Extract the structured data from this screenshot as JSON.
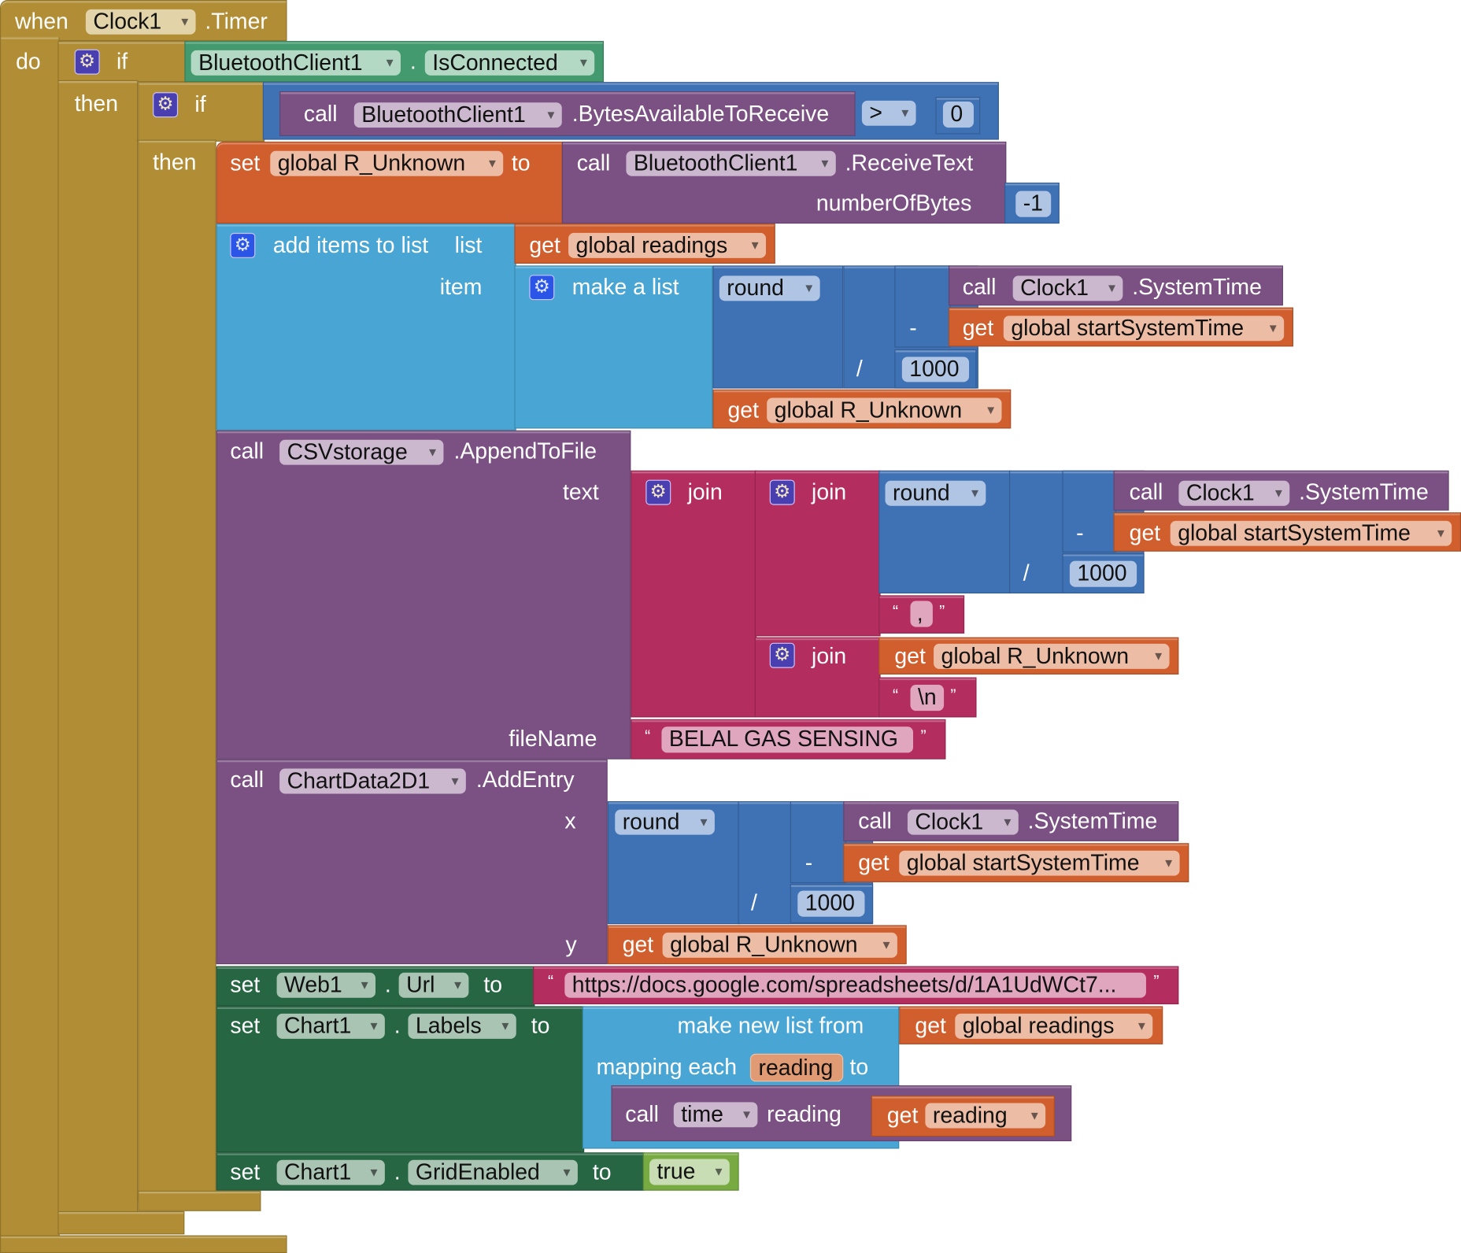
{
  "event": {
    "when": "when",
    "component": "Clock1",
    "event": ".Timer",
    "do": "do"
  },
  "if1": {
    "if": "if",
    "then": "then",
    "component": "BluetoothClient1",
    "dot": ".",
    "property": "IsConnected"
  },
  "if2": {
    "if": "if",
    "then": "then",
    "call": "call",
    "component": "BluetoothClient1",
    "method": ".BytesAvailableToReceive",
    "op": ">",
    "value": "0"
  },
  "set_r": {
    "set": "set",
    "var": "global R_Unknown",
    "to": "to",
    "call": "call",
    "component": "BluetoothClient1",
    "method": ".ReceiveText",
    "param": "numberOfBytes",
    "value": "-1"
  },
  "add_items": {
    "label": "add items to list",
    "list": "list",
    "item": "item",
    "get": "get",
    "list_var": "global readings",
    "make_list": "make a list",
    "round": "round",
    "call": "call",
    "component": "Clock1",
    "method": ".SystemTime",
    "minus": "-",
    "start_var": "global startSystemTime",
    "div": "/",
    "divisor": "1000",
    "r_var": "global R_Unknown"
  },
  "append": {
    "call": "call",
    "component": "CSVstorage",
    "method": ".AppendToFile",
    "text": "text",
    "filename": "fileName",
    "join": "join",
    "round": "round",
    "call2": "call",
    "clock": "Clock1",
    "systime": ".SystemTime",
    "minus": "-",
    "get": "get",
    "start_var": "global startSystemTime",
    "div": "/",
    "divisor": "1000",
    "qo": "“",
    "qc": "”",
    "comma": ",",
    "r_var": "global R_Unknown",
    "newline": "\\n",
    "file_value": "BELAL GAS SENSING"
  },
  "chart_entry": {
    "call": "call",
    "component": "ChartData2D1",
    "method": ".AddEntry",
    "x": "x",
    "y": "y",
    "round": "round",
    "clock": "Clock1",
    "systime": ".SystemTime",
    "minus": "-",
    "get": "get",
    "start_var": "global startSystemTime",
    "div": "/",
    "divisor": "1000",
    "r_var": "global R_Unknown"
  },
  "set_web": {
    "set": "set",
    "component": "Web1",
    "dot": ".",
    "property": "Url",
    "to": "to",
    "qo": "“",
    "qc": "”",
    "url": "https://docs.google.com/spreadsheets/d/1A1UdWCt7..."
  },
  "set_labels": {
    "set": "set",
    "component": "Chart1",
    "dot": ".",
    "property": "Labels",
    "to": "to",
    "make_new": "make new list from",
    "get": "get",
    "list_var": "global readings",
    "mapping": "mapping each",
    "item_var": "reading",
    "to2": "to",
    "call": "call",
    "proc": "time",
    "param": "reading",
    "get_var": "reading"
  },
  "set_grid": {
    "set": "set",
    "component": "Chart1",
    "dot": ".",
    "property": "GridEnabled",
    "to": "to",
    "value": "true"
  }
}
